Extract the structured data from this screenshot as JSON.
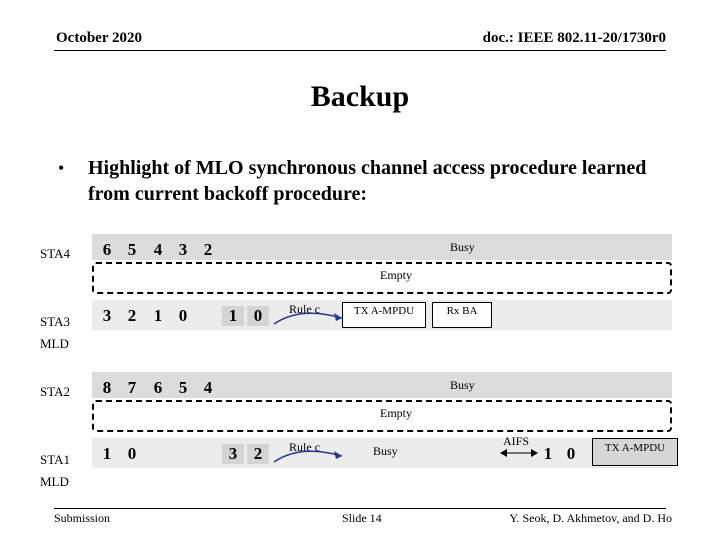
{
  "header": {
    "date": "October 2020",
    "doc": "doc.: IEEE 802.11-20/1730r0"
  },
  "title": "Backup",
  "bullet": {
    "symbol": "•",
    "text": "Highlight of MLO synchronous channel access procedure learned from current backoff procedure:"
  },
  "diagram": {
    "group1": {
      "sta4": {
        "label": "STA4",
        "digits": [
          "6",
          "5",
          "4",
          "3",
          "2"
        ],
        "busy": "Busy"
      },
      "empty": "Empty",
      "sta3": {
        "label": "STA3",
        "digits_a": [
          "3",
          "2",
          "1",
          "0"
        ],
        "digits_b": [
          "1",
          "0"
        ],
        "rule": "Rule c",
        "tx": "TX A-MPDU",
        "rx": "Rx BA"
      },
      "mld": "MLD"
    },
    "group2": {
      "sta2": {
        "label": "STA2",
        "digits": [
          "8",
          "7",
          "6",
          "5",
          "4"
        ],
        "busy": "Busy"
      },
      "empty": "Empty",
      "sta1": {
        "label": "STA1",
        "digits_a": [
          "1",
          "0"
        ],
        "digits_b": [
          "3",
          "2"
        ],
        "rule": "Rule c",
        "busy": "Busy",
        "aifs": "AIFS",
        "digits_c": [
          "1",
          "0"
        ],
        "tx": "TX A-MPDU"
      },
      "mld": "MLD"
    }
  },
  "footer": {
    "left": "Submission",
    "center": "Slide 14",
    "right": "Y. Seok, D. Akhmetov, and D. Ho"
  }
}
